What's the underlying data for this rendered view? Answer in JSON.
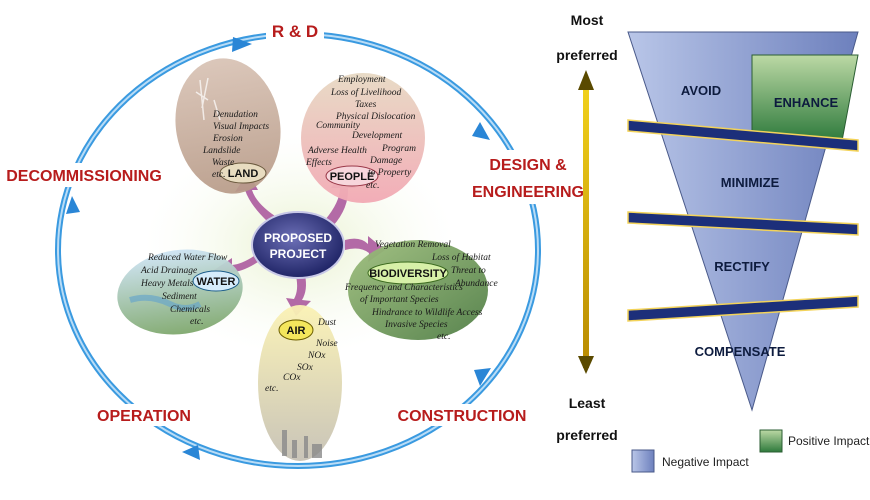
{
  "cycle": {
    "phases": [
      "R & D",
      "DESIGN &",
      "ENGINEERING",
      "CONSTRUCTION",
      "OPERATION",
      "DECOMMISSIONING"
    ],
    "center": [
      "PROPOSED",
      "PROJECT"
    ]
  },
  "bubbles": {
    "land": {
      "label": "LAND",
      "impacts": [
        "Denudation",
        "Visual Impacts",
        "Erosion",
        "Landslide",
        "Waste",
        "etc."
      ]
    },
    "people": {
      "label": "PEOPLE",
      "impacts": [
        "Employment",
        "Loss of Livelihood",
        "Taxes",
        "Physical Dislocation",
        "Community",
        "Development",
        "Program",
        "Adverse Health",
        "Effects",
        "Damage",
        "to Property",
        "etc."
      ]
    },
    "biodiversity": {
      "label": "BIODIVERSITY",
      "impacts": [
        "Vegetation Removal",
        "Loss of Habitat",
        "Threat to",
        "Abundance",
        "Frequency and Characteristics",
        "of Important Species",
        "Hindrance to Wildlife Access",
        "Invasive Species",
        "etc."
      ]
    },
    "water": {
      "label": "WATER",
      "impacts": [
        "Reduced Water Flow",
        "Acid Drainage",
        "Heavy Metals",
        "Sediment",
        "Chemicals",
        "etc."
      ]
    },
    "air": {
      "label": "AIR",
      "impacts": [
        "Dust",
        "Noise",
        "NOx",
        "SOx",
        "COx",
        "etc."
      ]
    }
  },
  "hierarchy": {
    "most": [
      "Most",
      "preferred"
    ],
    "least": [
      "Least",
      "preferred"
    ],
    "levels": [
      "AVOID",
      "ENHANCE",
      "MINIMIZE",
      "RECTIFY",
      "COMPENSATE"
    ],
    "legend": {
      "negative": "Negative Impact",
      "positive": "Positive Impact"
    },
    "colors": {
      "negative": "#7f93c7",
      "positive": "#3f8f4a",
      "bar": "#1a2f7a",
      "arrow": "#e6b800"
    }
  }
}
